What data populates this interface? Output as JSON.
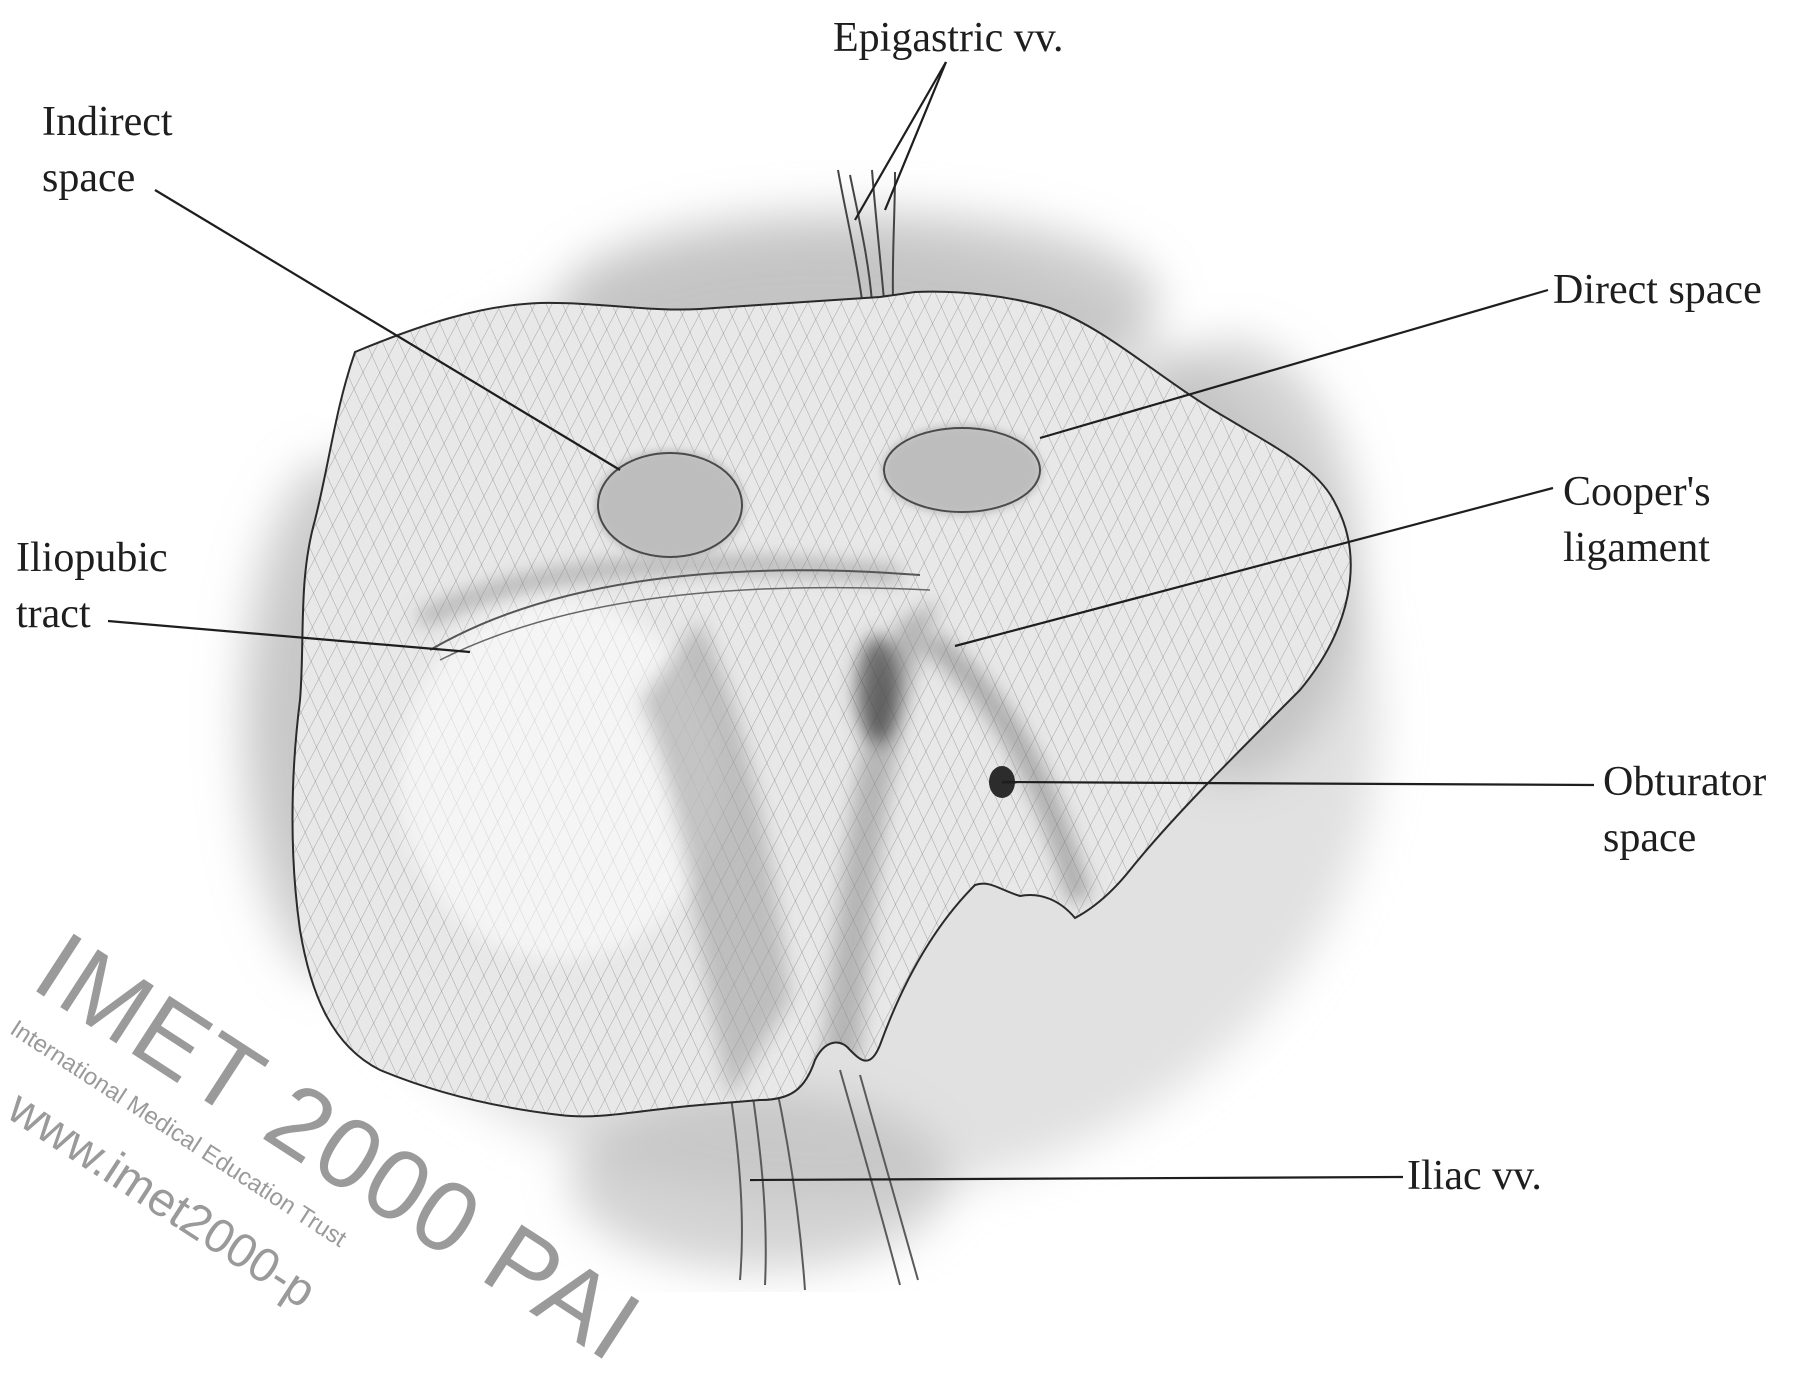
{
  "labels": {
    "epigastric": "Epigastric vv.",
    "indirect_line1": "Indirect",
    "indirect_line2": "space",
    "direct": "Direct space",
    "coopers_line1": "Cooper's",
    "coopers_line2": "ligament",
    "iliopubic_line1": "Iliopubic",
    "iliopubic_line2": "tract",
    "obturator_line1": "Obturator",
    "obturator_line2": "space",
    "iliac": "Iliac vv."
  },
  "watermark": {
    "brand": "IMET 2000 PAI",
    "organization": "International Medical Education Trust",
    "website": "www.imet2000-p"
  },
  "colors": {
    "ink": "#1e1e1e",
    "mesh": "#6e6e6e",
    "shading": "#8a8a8a",
    "watermark": "#9a9a9a"
  }
}
